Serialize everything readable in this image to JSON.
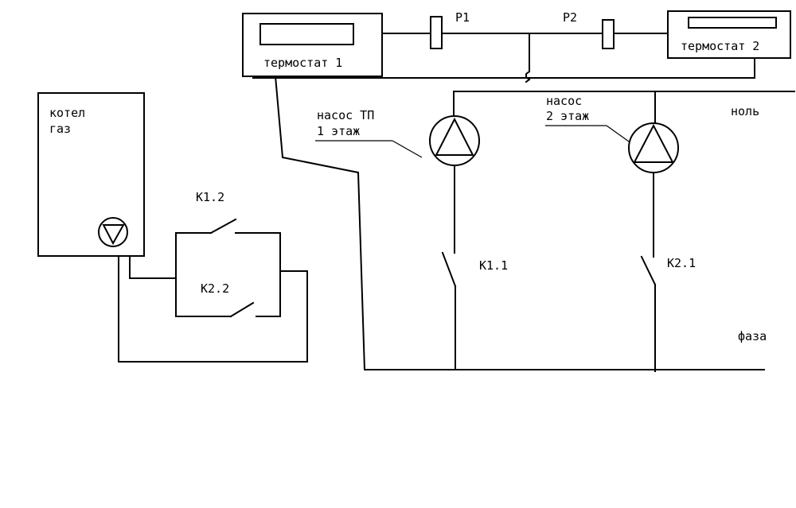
{
  "boiler": {
    "label_line1": "котел",
    "label_line2": "газ"
  },
  "thermostat1": {
    "label": "термостат 1"
  },
  "thermostat2": {
    "label": "термостат 2"
  },
  "relays": {
    "p1": "P1",
    "p2": "P2"
  },
  "pump1": {
    "label_line1": "насос ТП",
    "label_line2": "1 этаж"
  },
  "pump2": {
    "label_line1": "насос",
    "label_line2": "2 этаж"
  },
  "contacts": {
    "k1_1": "K1.1",
    "k2_1": "K2.1",
    "k1_2": "K1.2",
    "k2_2": "K2.2"
  },
  "rails": {
    "neutral": "ноль",
    "phase": "фаза"
  }
}
